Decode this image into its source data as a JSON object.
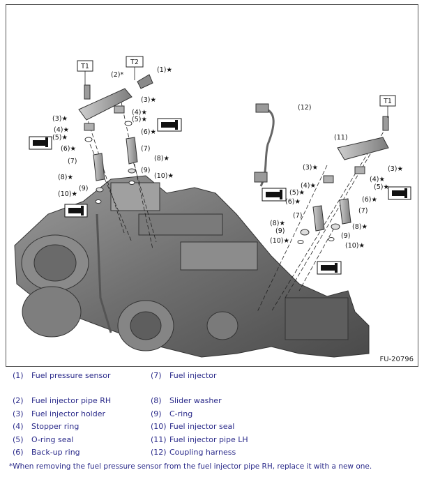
{
  "figure": {
    "code": "FU-20796",
    "tool_labels": [
      "T1",
      "T2",
      "T1"
    ],
    "callouts_left": [
      "(1)★",
      "(2)*",
      "(3)★",
      "(3)★",
      "(4)★",
      "(4)★",
      "(5)★",
      "(5)★",
      "(6)★",
      "(6)★",
      "(7)",
      "(7)",
      "(8)★",
      "(8)★",
      "(9)",
      "(9)",
      "(10)★",
      "(10)★"
    ],
    "callouts_right": [
      "(12)",
      "(11)",
      "(3)★",
      "(3)★",
      "(4)★",
      "(4)★",
      "(5)★",
      "(5)★",
      "(6)★",
      "(6)★",
      "(7)",
      "(7)",
      "(8)★",
      "(8)★",
      "(9)",
      "(9)",
      "(10)★",
      "(10)★"
    ]
  },
  "legend": [
    {
      "num": "(1)",
      "label": "Fuel pressure sensor"
    },
    {
      "num": "(7)",
      "label": "Fuel injector"
    },
    {
      "num": "(2)",
      "label": "Fuel injector pipe RH"
    },
    {
      "num": "(8)",
      "label": "Slider washer"
    },
    {
      "num": "(3)",
      "label": "Fuel injector holder"
    },
    {
      "num": "(9)",
      "label": "C-ring"
    },
    {
      "num": "(4)",
      "label": "Stopper ring"
    },
    {
      "num": "(10)",
      "label": "Fuel injector seal"
    },
    {
      "num": "(5)",
      "label": "O-ring seal"
    },
    {
      "num": "(11)",
      "label": "Fuel injector pipe LH"
    },
    {
      "num": "(6)",
      "label": "Back-up ring"
    },
    {
      "num": "(12)",
      "label": "Coupling harness"
    }
  ],
  "footnote": "*When removing the fuel pressure sensor from the fuel injector pipe RH, replace it with a new one."
}
